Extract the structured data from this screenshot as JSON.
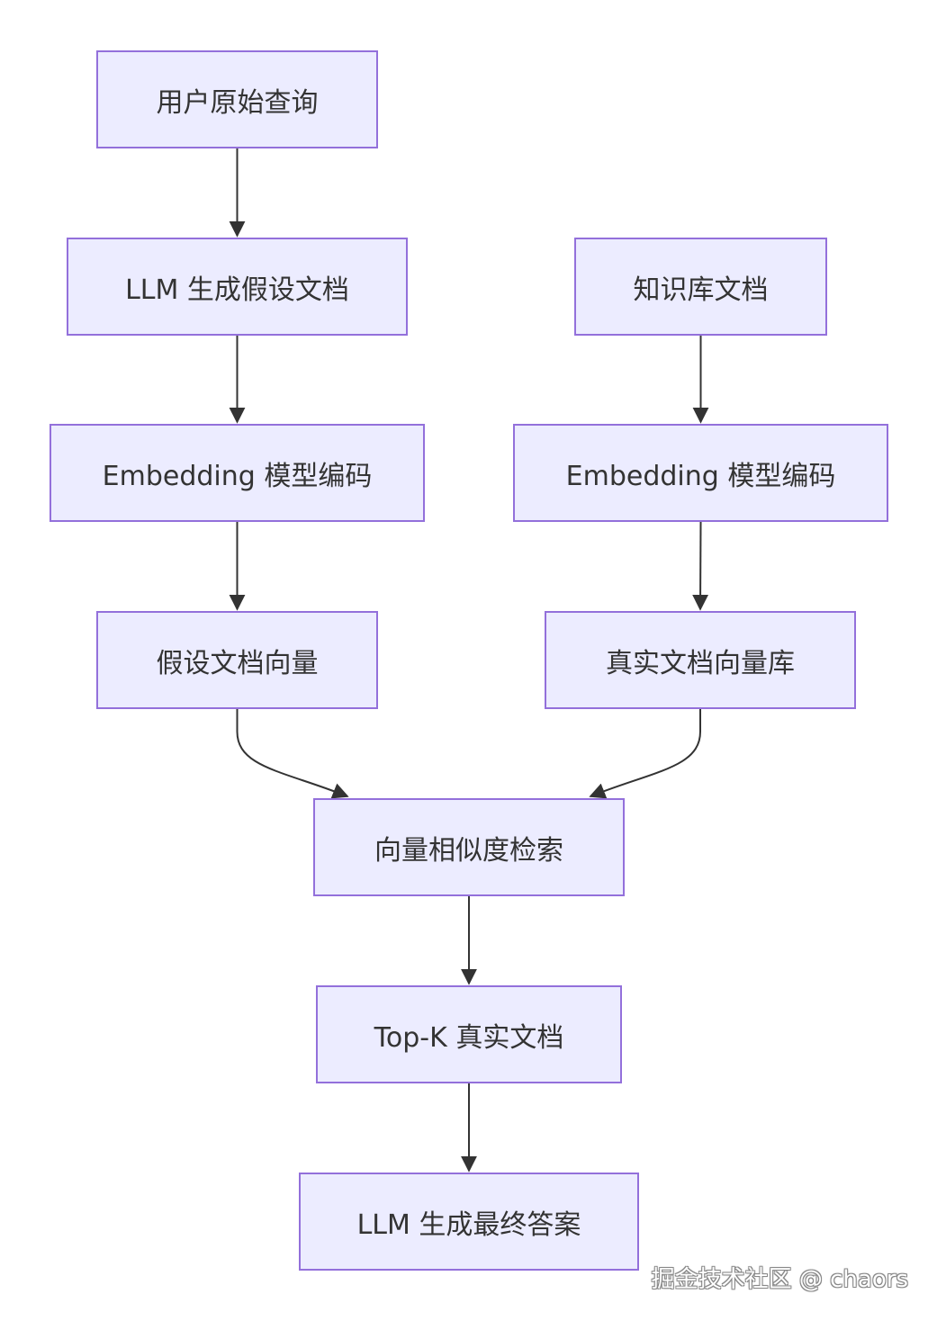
{
  "nodes": {
    "user_query": "用户原始查询",
    "llm_hypothetical": "LLM 生成假设文档",
    "kb_docs": "知识库文档",
    "embed_left": "Embedding 模型编码",
    "embed_right": "Embedding 模型编码",
    "hypo_vector": "假设文档向量",
    "real_vector_db": "真实文档向量库",
    "similarity_search": "向量相似度检索",
    "topk_docs": "Top-K 真实文档",
    "llm_answer": "LLM 生成最终答案"
  },
  "edges": [
    [
      "user_query",
      "llm_hypothetical"
    ],
    [
      "llm_hypothetical",
      "embed_left"
    ],
    [
      "embed_left",
      "hypo_vector"
    ],
    [
      "kb_docs",
      "embed_right"
    ],
    [
      "embed_right",
      "real_vector_db"
    ],
    [
      "hypo_vector",
      "similarity_search"
    ],
    [
      "real_vector_db",
      "similarity_search"
    ],
    [
      "similarity_search",
      "topk_docs"
    ],
    [
      "topk_docs",
      "llm_answer"
    ]
  ],
  "watermark": "掘金技术社区 @ chaors",
  "colors": {
    "node_fill": "#ECECFF",
    "node_border": "#9370DB",
    "edge": "#333333",
    "text": "#333333"
  }
}
